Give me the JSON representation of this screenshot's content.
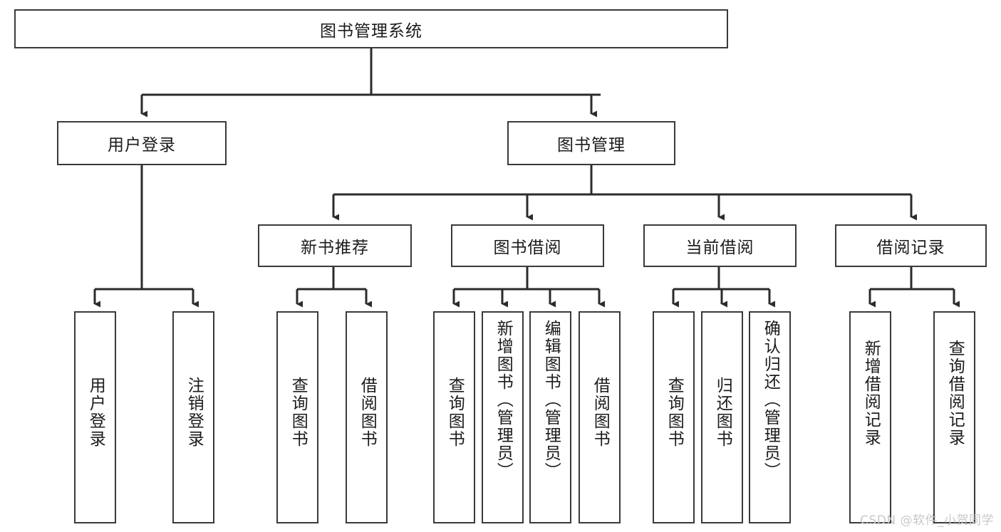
{
  "diagram": {
    "title": "图书管理系统",
    "type": "tree",
    "root": {
      "id": "root",
      "label": "图书管理系统",
      "orientation": "horizontal"
    },
    "level2": [
      {
        "id": "user-login",
        "label": "用户登录",
        "orientation": "horizontal"
      },
      {
        "id": "book-management",
        "label": "图书管理",
        "orientation": "horizontal"
      }
    ],
    "level3": [
      {
        "id": "new-book-recommend",
        "label": "新书推荐",
        "orientation": "horizontal",
        "parent": "book-management"
      },
      {
        "id": "book-borrow",
        "label": "图书借阅",
        "orientation": "horizontal",
        "parent": "book-management"
      },
      {
        "id": "current-borrow",
        "label": "当前借阅",
        "orientation": "horizontal",
        "parent": "book-management"
      },
      {
        "id": "borrow-record",
        "label": "借阅记录",
        "orientation": "horizontal",
        "parent": "book-management"
      }
    ],
    "leaves": [
      {
        "id": "leaf-user-login",
        "label": "用户登录",
        "orientation": "vertical",
        "parent": "user-login"
      },
      {
        "id": "leaf-logout",
        "label": "注销登录",
        "orientation": "vertical",
        "parent": "user-login"
      },
      {
        "id": "leaf-query-book-1",
        "label": "查询图书",
        "orientation": "vertical",
        "parent": "new-book-recommend"
      },
      {
        "id": "leaf-borrow-book-1",
        "label": "借阅图书",
        "orientation": "vertical",
        "parent": "new-book-recommend"
      },
      {
        "id": "leaf-query-book-2",
        "label": "查询图书",
        "orientation": "vertical",
        "parent": "book-borrow"
      },
      {
        "id": "leaf-add-book",
        "label": "新增图书（管理员）",
        "orientation": "vertical",
        "parent": "book-borrow"
      },
      {
        "id": "leaf-edit-book",
        "label": "编辑图书（管理员）",
        "orientation": "vertical",
        "parent": "book-borrow"
      },
      {
        "id": "leaf-borrow-book-2",
        "label": "借阅图书",
        "orientation": "vertical",
        "parent": "book-borrow"
      },
      {
        "id": "leaf-query-book-3",
        "label": "查询图书",
        "orientation": "vertical",
        "parent": "current-borrow"
      },
      {
        "id": "leaf-return-book",
        "label": "归还图书",
        "orientation": "vertical",
        "parent": "current-borrow"
      },
      {
        "id": "leaf-confirm-return",
        "label": "确认归还（管理员）",
        "orientation": "vertical",
        "parent": "current-borrow"
      },
      {
        "id": "leaf-add-record",
        "label": "新增借阅记录",
        "orientation": "vertical",
        "parent": "borrow-record"
      },
      {
        "id": "leaf-query-record",
        "label": "查询借阅记录",
        "orientation": "vertical",
        "parent": "borrow-record"
      }
    ],
    "watermark": "CSDN @软件_小贺同学",
    "colors": {
      "border": "#3a3a3a",
      "text": "#1b1b1b",
      "background": "#ffffff",
      "connector": "#2b2b2b",
      "watermark": "#c8c8c8"
    }
  }
}
